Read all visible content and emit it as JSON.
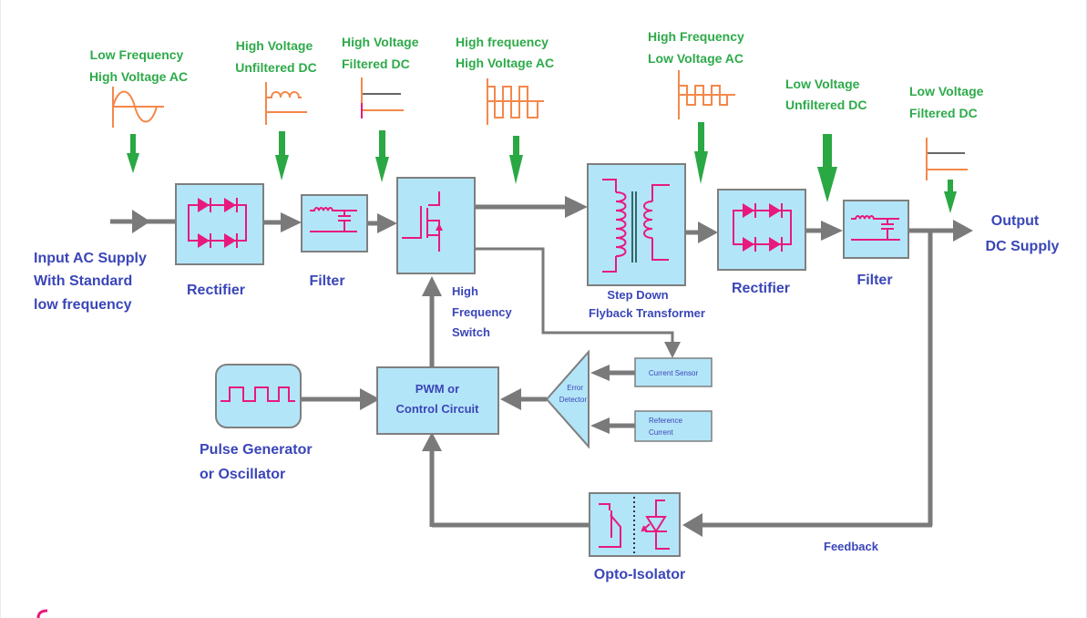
{
  "diagram": {
    "title": "SMPS Block Diagram",
    "stage_labels": [
      {
        "id": "lf-hv-ac",
        "lines": [
          "Low Frequency",
          "High Voltage AC"
        ],
        "waveform": "sine"
      },
      {
        "id": "hv-unfiltered-dc",
        "lines": [
          "High Voltage",
          "Unfiltered DC"
        ],
        "waveform": "rectified-ripple"
      },
      {
        "id": "hv-filtered-dc",
        "lines": [
          "High Voltage",
          "Filtered DC"
        ],
        "waveform": "flat-dc"
      },
      {
        "id": "hf-hv-ac",
        "lines": [
          "High frequency",
          "High Voltage AC"
        ],
        "waveform": "square-large"
      },
      {
        "id": "hf-lv-ac",
        "lines": [
          "High Frequency",
          "Low Voltage AC"
        ],
        "waveform": "square-small"
      },
      {
        "id": "lv-unfiltered-dc",
        "lines": [
          "Low Voltage",
          "Unfiltered DC"
        ],
        "waveform": "none"
      },
      {
        "id": "lv-filtered-dc",
        "lines": [
          "Low Voltage",
          "Filtered DC"
        ],
        "waveform": "flat-dc"
      }
    ],
    "blocks": {
      "input": {
        "lines": [
          "Input AC Supply",
          "With Standard",
          "low frequency"
        ]
      },
      "rectifier1": {
        "label": "Rectifier",
        "icon": "bridge-rectifier-icon"
      },
      "filter1": {
        "label": "Filter",
        "icon": "lc-filter-icon"
      },
      "switch": {
        "lines": [
          "High",
          "Frequency",
          "Switch"
        ],
        "icon": "mosfet-icon"
      },
      "transformer": {
        "lines": [
          "Step Down",
          "Flyback Transformer"
        ],
        "icon": "transformer-icon"
      },
      "rectifier2": {
        "label": "Rectifier",
        "icon": "bridge-rectifier-icon"
      },
      "filter2": {
        "label": "Filter",
        "icon": "lc-filter-icon"
      },
      "output": {
        "lines": [
          "Output",
          "DC Supply"
        ]
      },
      "pulse_gen": {
        "lines": [
          "Pulse Generator",
          "or Oscillator"
        ],
        "icon": "square-wave-icon"
      },
      "pwm": {
        "lines": [
          "PWM or",
          "Control Circuit"
        ]
      },
      "error_detector": {
        "lines": [
          "Error",
          "Detector"
        ]
      },
      "current_sensor": {
        "label": "Current Sensor"
      },
      "reference_current": {
        "lines": [
          "Reference",
          "Current"
        ]
      },
      "opto": {
        "label": "Opto-Isolator",
        "icon": "opto-isolator-icon"
      },
      "feedback": {
        "label": "Feedback"
      }
    },
    "colors": {
      "block_fill": "#b3e5f8",
      "block_border": "#7f7f7f",
      "wire": "#7a7a7a",
      "symbol": "#e8197d",
      "waveform": "#f4884a",
      "stage_text": "#2eaa4a",
      "block_text": "#3a46b8",
      "indicator_arrow": "#2aa843"
    }
  }
}
